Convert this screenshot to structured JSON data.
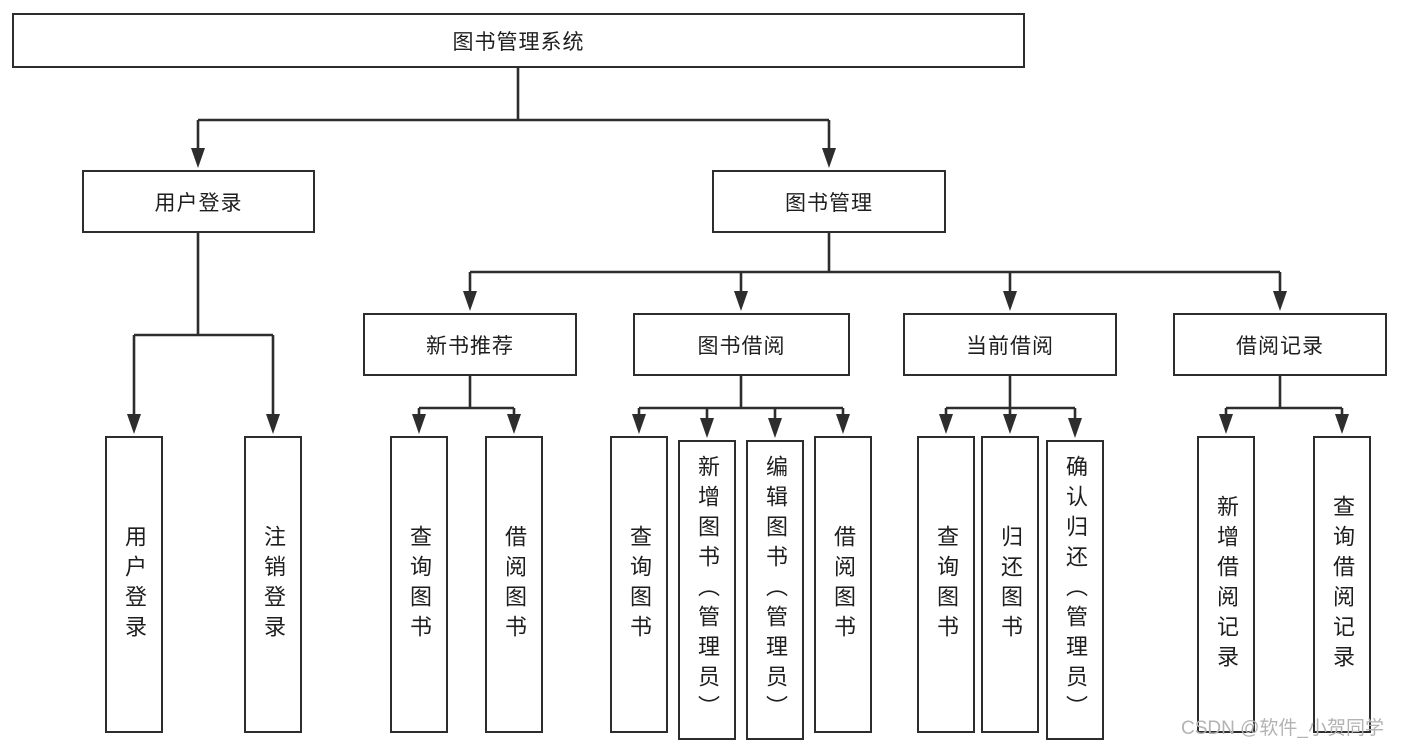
{
  "colors": {
    "background": "#ffffff",
    "line": "#2d2d2d",
    "text": "#1e1e1e",
    "watermark": "#b3b3b3"
  },
  "watermark": {
    "text": "CSDN @软件_小贺同学"
  },
  "tree": {
    "root": "图书管理系统",
    "branches": [
      {
        "label": "用户登录",
        "children": [
          "用户登录",
          "注销登录"
        ]
      },
      {
        "label": "图书管理",
        "children": [
          {
            "label": "新书推荐",
            "children": [
              "查询图书",
              "借阅图书"
            ]
          },
          {
            "label": "图书借阅",
            "children": [
              "查询图书",
              "新增图书（管理员）",
              "编辑图书（管理员）",
              "借阅图书"
            ]
          },
          {
            "label": "当前借阅",
            "children": [
              "查询图书",
              "归还图书",
              "确认归还（管理员）"
            ]
          },
          {
            "label": "借阅记录",
            "children": [
              "新增借阅记录",
              "查询借阅记录"
            ]
          }
        ]
      }
    ]
  }
}
